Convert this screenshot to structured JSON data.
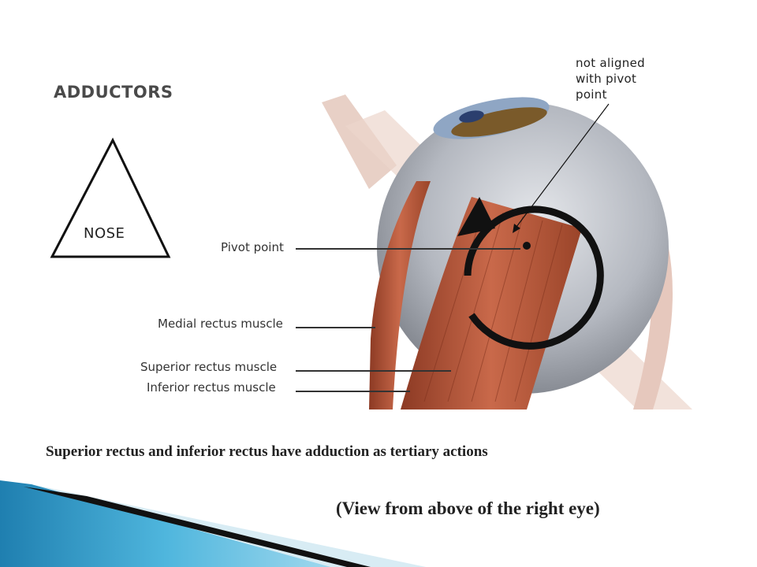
{
  "slide": {
    "heading": "ADDUCTORS",
    "nose_label": "NOSE",
    "note": "not aligned with pivot point",
    "labels": {
      "pivot": "Pivot point",
      "medial": "Medial rectus muscle",
      "superior": "Superior rectus muscle",
      "inferior": "Inferior rectus muscle"
    },
    "caption": "Superior rectus and inferior rectus have adduction as tertiary actions",
    "view_note": "(View from above of the right eye)"
  },
  "colors": {
    "muscle": "#b5553a",
    "globe": "#b8bcc4",
    "iris": "#7a5a2a",
    "arrow": "#111111",
    "banner_blue": "#2f8fc0"
  }
}
